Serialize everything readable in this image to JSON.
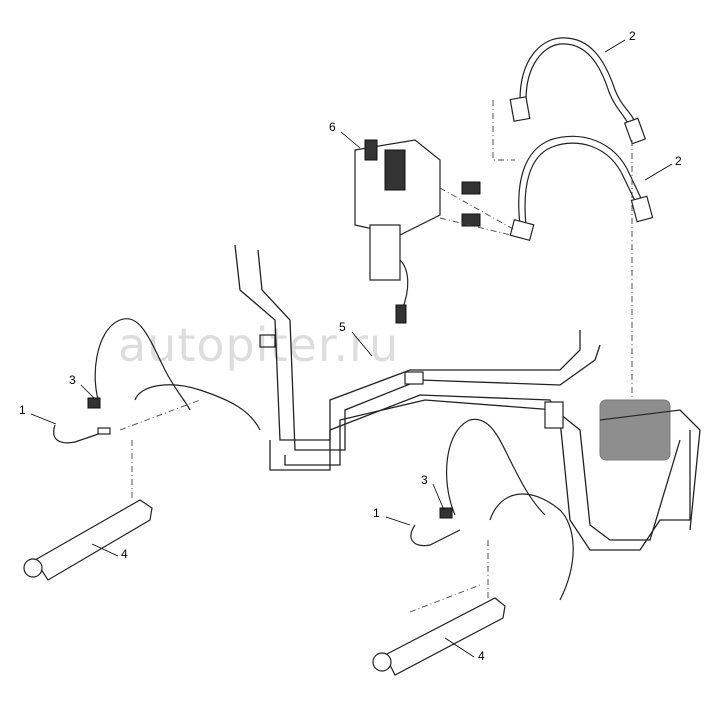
{
  "diagram": {
    "callouts": [
      "1",
      "2",
      "3",
      "4",
      "5",
      "6"
    ],
    "watermark": "autopiter.ru"
  }
}
